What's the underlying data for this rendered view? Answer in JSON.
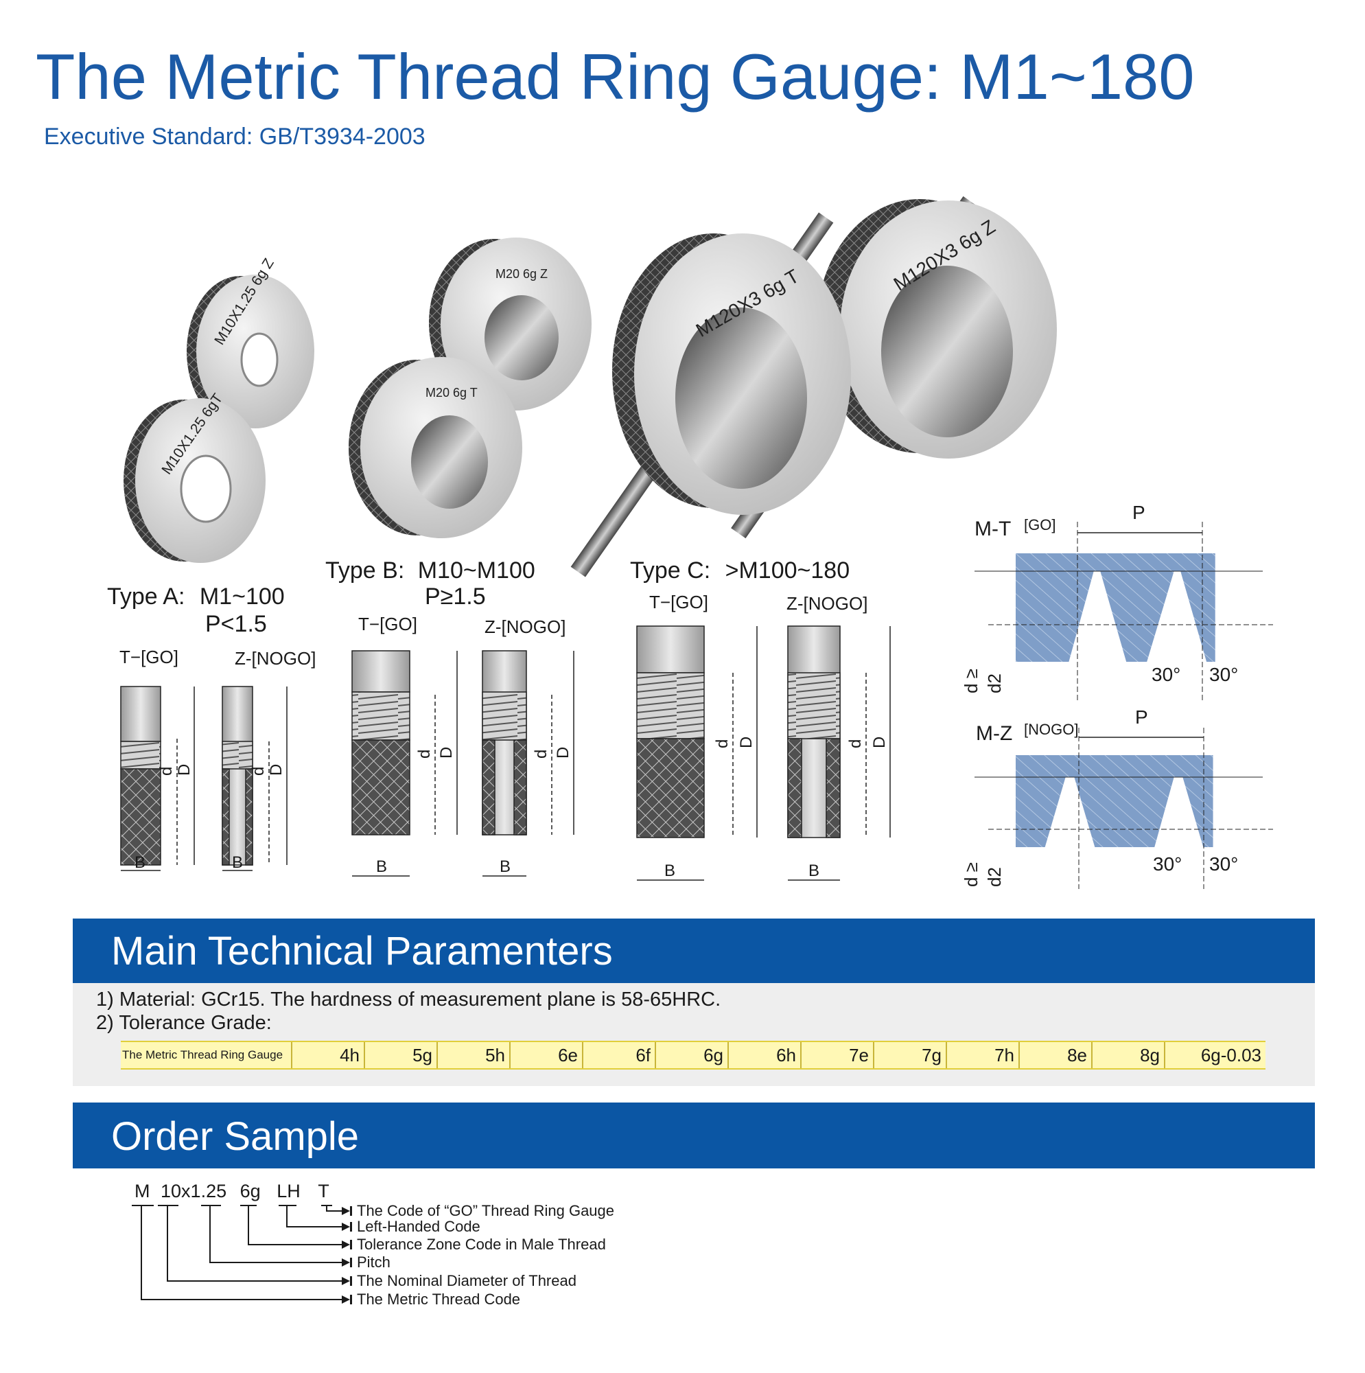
{
  "header": {
    "title": "The Metric Thread Ring Gauge: M1~180",
    "subtitle": "Executive Standard: GB/T3934-2003"
  },
  "products": {
    "gauge_markings": {
      "a_z": "M10X1.25 6g Z",
      "a_t": "M10X1.25 6gT",
      "b_z": "M20 6g Z",
      "b_t": "M20 6g T",
      "c_t": "M120X3 6g T",
      "c_z": "M120X3 6g Z"
    }
  },
  "types": {
    "a": {
      "label": "Type A:",
      "range": "M1~100",
      "pitch": "P<1.5"
    },
    "b": {
      "label": "Type B:",
      "range": "M10~M100",
      "pitch": "P≥1.5"
    },
    "c": {
      "label": "Type C:",
      "range": ">M100~180"
    }
  },
  "drawings": {
    "go_label": "T−[GO]",
    "nogo_label": "Z-[NOGO]",
    "dim_b": "B",
    "dim_d": "d",
    "dim_D": "D"
  },
  "thread_profiles": {
    "go": {
      "label": "M-T",
      "tag": "[GO]"
    },
    "nogo": {
      "label": "M-Z",
      "tag": "[NOGO]"
    },
    "pitch": "P",
    "angle": "30°",
    "d_label": "d ≥",
    "d2_label": "d2"
  },
  "main_params": {
    "heading": "Main Technical Paramenters",
    "line1": "1) Material: GCr15. The hardness of measurement plane is 58-65HRC.",
    "line2": "2) Tolerance Grade:",
    "tolerance_row_label": "The Metric Thread Ring Gauge",
    "tolerance_grades": [
      "4h",
      "5g",
      "5h",
      "6e",
      "6f",
      "6g",
      "6h",
      "7e",
      "7g",
      "7h",
      "8e",
      "8g",
      "6g-0.03"
    ]
  },
  "order_sample": {
    "heading": "Order Sample",
    "codes": [
      "M",
      "10x1.25",
      "6g",
      "LH",
      "T"
    ],
    "legend": [
      "The Code of “GO” Thread Ring Gauge",
      "Left-Handed Code",
      "Tolerance Zone Code in Male Thread",
      "Pitch",
      "The Nominal Diameter of Thread",
      "The Metric Thread Code"
    ]
  },
  "colors": {
    "brand_blue": "#1b5aa6",
    "band_blue": "#0b56a4",
    "profile_fill": "#7f9ec8",
    "tolerance_fill": "#fff8b5"
  }
}
